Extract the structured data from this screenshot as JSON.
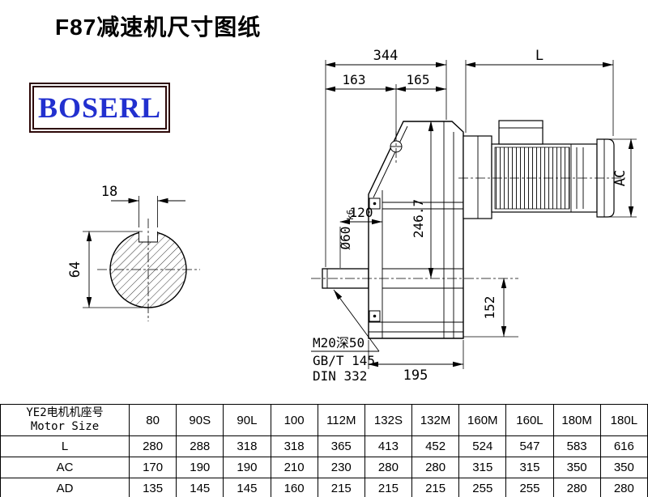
{
  "page": {
    "title": "F87减速机尺寸图纸",
    "logo": "BOSERL"
  },
  "drawing": {
    "dims": {
      "top_width": "344",
      "top_l": "L",
      "left_seg": "163",
      "right_seg": "165",
      "shaft_len": "120",
      "shaft_dia": "Ø60",
      "shaft_dia_tol": "k6",
      "center_height": "246.7",
      "bottom_height": "152",
      "base_width": "195",
      "motor_dia": "AC",
      "key_width": "18",
      "section_dia": "64"
    },
    "notes": {
      "thread": "M20深50",
      "standard1": "GB/T 145",
      "standard2": "DIN 332"
    }
  },
  "table": {
    "header": {
      "line1": "YE2电机机座号",
      "line2": "Motor Size"
    },
    "sizes": [
      "80",
      "90S",
      "90L",
      "100",
      "112M",
      "132S",
      "132M",
      "160M",
      "160L",
      "180M",
      "180L"
    ],
    "rows": [
      {
        "label": "L",
        "values": [
          "280",
          "288",
          "318",
          "318",
          "365",
          "413",
          "452",
          "524",
          "547",
          "583",
          "616"
        ]
      },
      {
        "label": "AC",
        "values": [
          "170",
          "190",
          "190",
          "210",
          "230",
          "280",
          "280",
          "315",
          "315",
          "350",
          "350"
        ]
      },
      {
        "label": "AD",
        "values": [
          "135",
          "145",
          "145",
          "160",
          "215",
          "215",
          "215",
          "255",
          "255",
          "280",
          "280"
        ]
      }
    ]
  }
}
